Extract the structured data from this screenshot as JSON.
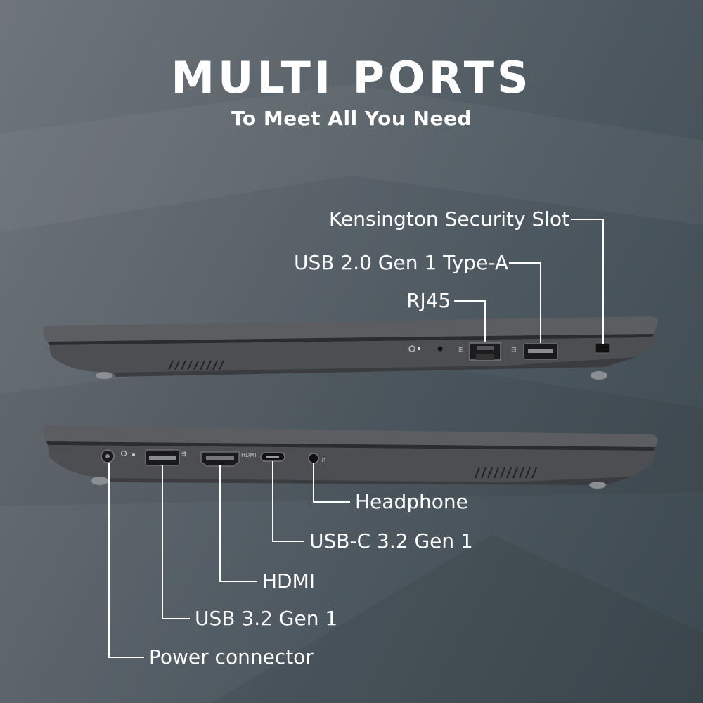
{
  "heading": {
    "title": "MULTI PORTS",
    "subtitle": "To Meet All You Need"
  },
  "top_side_ports": [
    {
      "label": "Kensington Security Slot"
    },
    {
      "label": "USB 2.0 Gen 1 Type-A"
    },
    {
      "label": "RJ45"
    }
  ],
  "bottom_side_ports": [
    {
      "label": "Headphone"
    },
    {
      "label": "USB-C 3.2 Gen 1"
    },
    {
      "label": "HDMI"
    },
    {
      "label": "USB 3.2 Gen 1"
    },
    {
      "label": "Power connector"
    }
  ],
  "device_markings": {
    "hdmi_mark": "HDMI"
  },
  "colors": {
    "background": "#56606a",
    "chassis": "#4a4c50",
    "text": "#ffffff",
    "leader_lines": "#ffffff"
  }
}
